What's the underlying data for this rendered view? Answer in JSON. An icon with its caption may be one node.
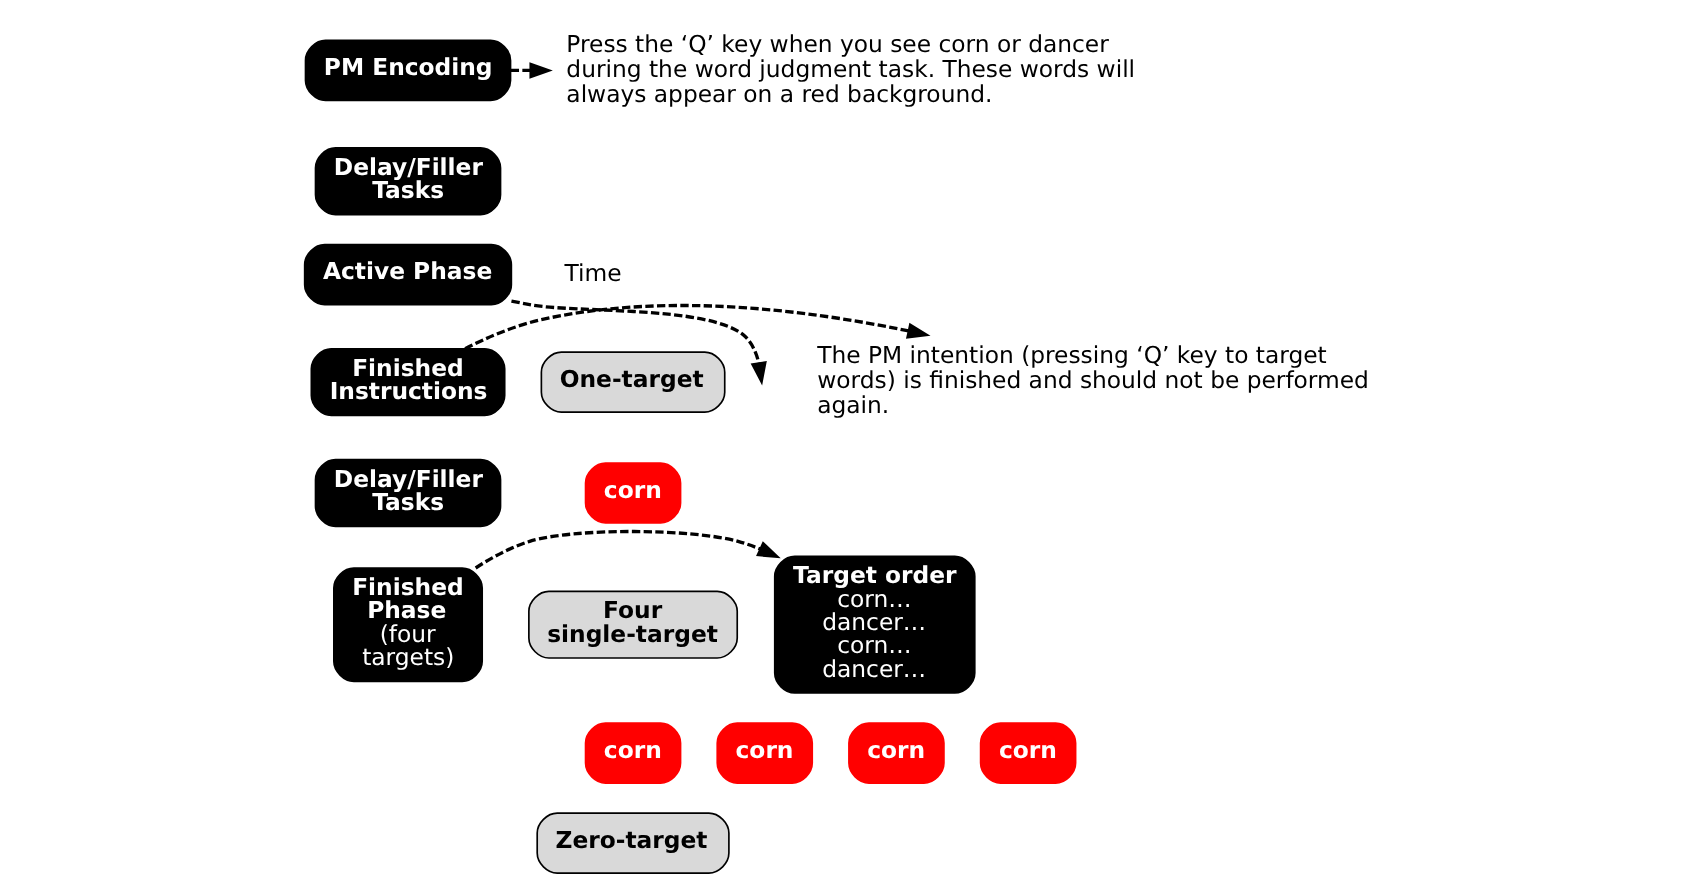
{
  "diagram": {
    "nodes": [
      {
        "text": [
          "PM Encoding"
        ]
      },
      {
        "text": [
          "Delay/Filler Tasks"
        ]
      },
      {
        "text": [
          "Active Phase"
        ]
      },
      {
        "text": [
          "Finished Instructions"
        ]
      },
      {
        "text": [
          "Delay/Filler Tasks"
        ]
      },
      {
        "text": [
          "Finished Phase",
          "(four targets)"
        ]
      },
      {
        "text": [
          "Target order",
          "corn…",
          "dancer…",
          "corn…",
          "dancer…"
        ]
      },
      {
        "text": [
          "Press the ‘Q’ key when you see corn or dancer during the word judgment task. These words will always appear on a red background."
        ]
      },
      {
        "text": [
          "The PM intention (pressing ‘Q’ key to target words) is finished and should not be performed again."
        ]
      },
      {
        "text": [
          "One-target"
        ]
      },
      {
        "text": [
          "corn"
        ]
      },
      {
        "text": [
          "Four single-target"
        ]
      },
      {
        "text": [
          "corn"
        ]
      },
      {
        "text": [
          "corn"
        ]
      },
      {
        "text": [
          "corn"
        ]
      },
      {
        "text": [
          "corn"
        ]
      },
      {
        "text": [
          "Zero-target"
        ]
      }
    ],
    "edges": [
      {
        "from": 0,
        "to": 7,
        "arrow": "to",
        "style": "dashed"
      },
      {
        "from": 3,
        "to": 8,
        "arrow": "to",
        "style": "dashed"
      },
      {
        "from": 2,
        "to": null,
        "arrow": "to",
        "style": "dashed"
      },
      {
        "from": 5,
        "to": 6,
        "arrow": "to",
        "style": "dashed"
      }
    ],
    "labels": [
      "Time"
    ]
  }
}
